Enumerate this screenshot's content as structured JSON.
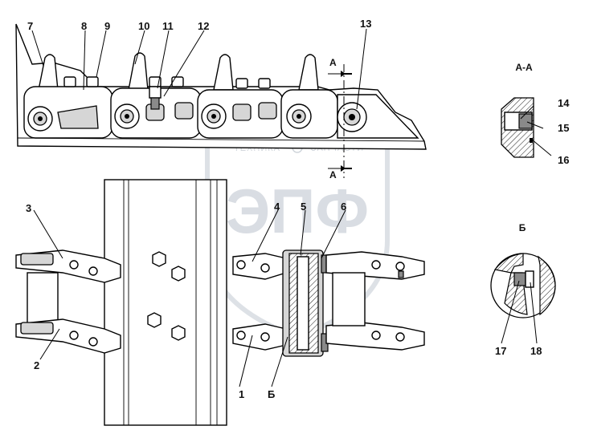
{
  "watermark": {
    "logo_letters": "ЭПФ",
    "left_text": "ТЕХНИКА",
    "right_text": "ЗАПЧАСТИ"
  },
  "section_labels": {
    "cut_marker": "А",
    "section_aa": "А-А",
    "detail_b": "Б",
    "detail_b_pointer": "Б"
  },
  "callouts": [
    "1",
    "2",
    "3",
    "4",
    "5",
    "6",
    "7",
    "8",
    "9",
    "10",
    "11",
    "12",
    "13",
    "14",
    "15",
    "16",
    "17",
    "18"
  ]
}
